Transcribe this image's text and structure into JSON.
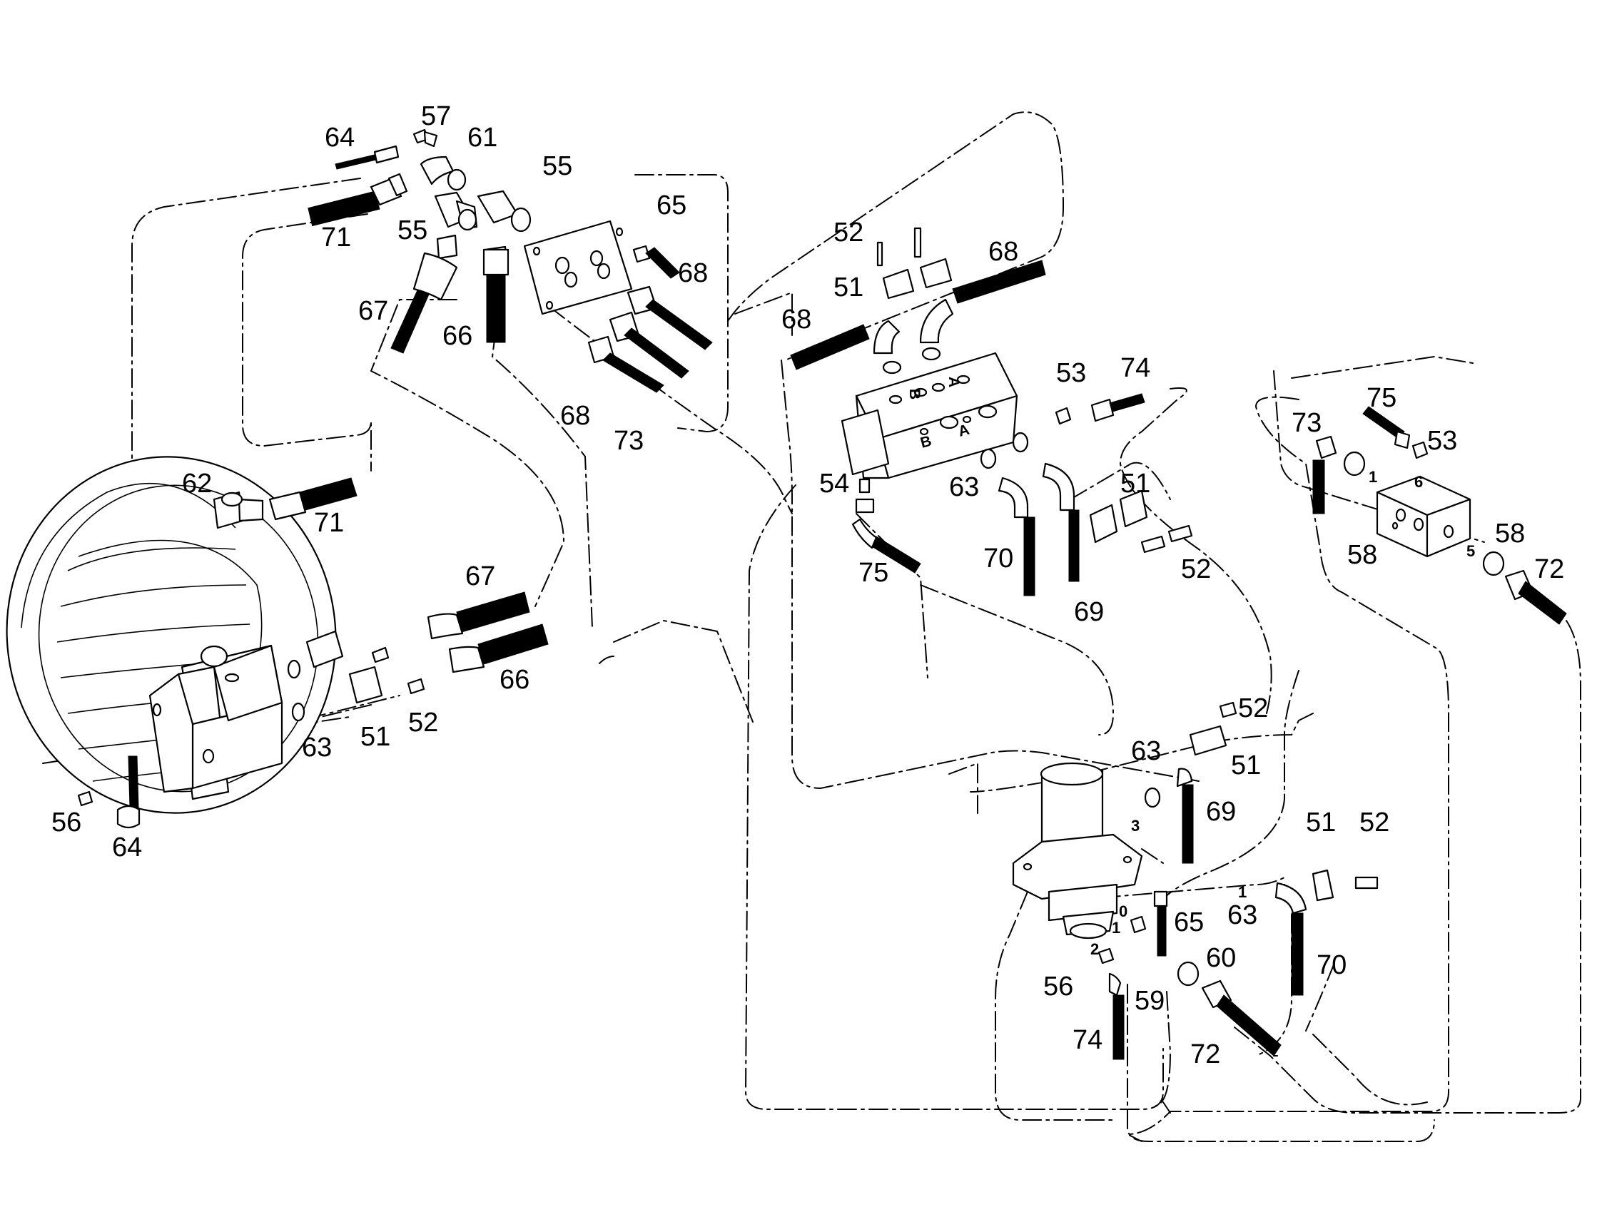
{
  "callouts": [
    {
      "id": "c-64-top",
      "text": "64"
    },
    {
      "id": "c-57",
      "text": "57"
    },
    {
      "id": "c-61",
      "text": "61"
    },
    {
      "id": "c-55-top",
      "text": "55"
    },
    {
      "id": "c-71-top",
      "text": "71"
    },
    {
      "id": "c-55-left",
      "text": "55"
    },
    {
      "id": "c-65-top",
      "text": "65"
    },
    {
      "id": "c-67-top",
      "text": "67"
    },
    {
      "id": "c-66-top",
      "text": "66"
    },
    {
      "id": "c-68-a",
      "text": "68"
    },
    {
      "id": "c-68-b",
      "text": "68"
    },
    {
      "id": "c-73-mid",
      "text": "73"
    },
    {
      "id": "c-52-top",
      "text": "52"
    },
    {
      "id": "c-51-top",
      "text": "51"
    },
    {
      "id": "c-68-c",
      "text": "68"
    },
    {
      "id": "c-68-d",
      "text": "68"
    },
    {
      "id": "c-53-mid",
      "text": "53"
    },
    {
      "id": "c-74-top",
      "text": "74"
    },
    {
      "id": "c-75-right",
      "text": "75"
    },
    {
      "id": "c-73-right",
      "text": "73"
    },
    {
      "id": "c-53-right",
      "text": "53"
    },
    {
      "id": "c-62",
      "text": "62"
    },
    {
      "id": "c-71-mid",
      "text": "71"
    },
    {
      "id": "c-54",
      "text": "54"
    },
    {
      "id": "c-63-mid",
      "text": "63"
    },
    {
      "id": "c-51-mid",
      "text": "51"
    },
    {
      "id": "c-75-mid",
      "text": "75"
    },
    {
      "id": "c-70-mid",
      "text": "70"
    },
    {
      "id": "c-52-mid",
      "text": "52"
    },
    {
      "id": "c-69-mid",
      "text": "69"
    },
    {
      "id": "c-58-a",
      "text": "58"
    },
    {
      "id": "c-58-b",
      "text": "58"
    },
    {
      "id": "c-72-right",
      "text": "72"
    },
    {
      "id": "c-67-low",
      "text": "67"
    },
    {
      "id": "c-66-low",
      "text": "66"
    },
    {
      "id": "c-52-low",
      "text": "52"
    },
    {
      "id": "c-51-low",
      "text": "51"
    },
    {
      "id": "c-63-low",
      "text": "63"
    },
    {
      "id": "c-56-left",
      "text": "56"
    },
    {
      "id": "c-64-low",
      "text": "64"
    },
    {
      "id": "c-52-pump",
      "text": "52"
    },
    {
      "id": "c-63-pump",
      "text": "63"
    },
    {
      "id": "c-51-pump",
      "text": "51"
    },
    {
      "id": "c-69-pump",
      "text": "69"
    },
    {
      "id": "c-51-right",
      "text": "51"
    },
    {
      "id": "c-52-right",
      "text": "52"
    },
    {
      "id": "c-63-right",
      "text": "63"
    },
    {
      "id": "c-65-pump",
      "text": "65"
    },
    {
      "id": "c-60",
      "text": "60"
    },
    {
      "id": "c-70-low",
      "text": "70"
    },
    {
      "id": "c-56-pump",
      "text": "56"
    },
    {
      "id": "c-59",
      "text": "59"
    },
    {
      "id": "c-74-low",
      "text": "74"
    },
    {
      "id": "c-72-low",
      "text": "72"
    }
  ],
  "port_marks": [
    {
      "id": "p-1-block",
      "text": "1"
    },
    {
      "id": "p-6-block",
      "text": "6"
    },
    {
      "id": "p-5-block",
      "text": "5"
    },
    {
      "id": "p-3-pump",
      "text": "3"
    },
    {
      "id": "p-0-pump",
      "text": "0"
    },
    {
      "id": "p-1-pump",
      "text": "1"
    },
    {
      "id": "p-2-pump",
      "text": "2"
    },
    {
      "id": "p-1-right",
      "text": "1"
    }
  ],
  "valve_marks": [
    {
      "id": "v-a-top",
      "text": "A"
    },
    {
      "id": "v-b-top",
      "text": "B"
    },
    {
      "id": "v-a-front",
      "text": "A"
    },
    {
      "id": "v-b-front",
      "text": "B"
    }
  ]
}
